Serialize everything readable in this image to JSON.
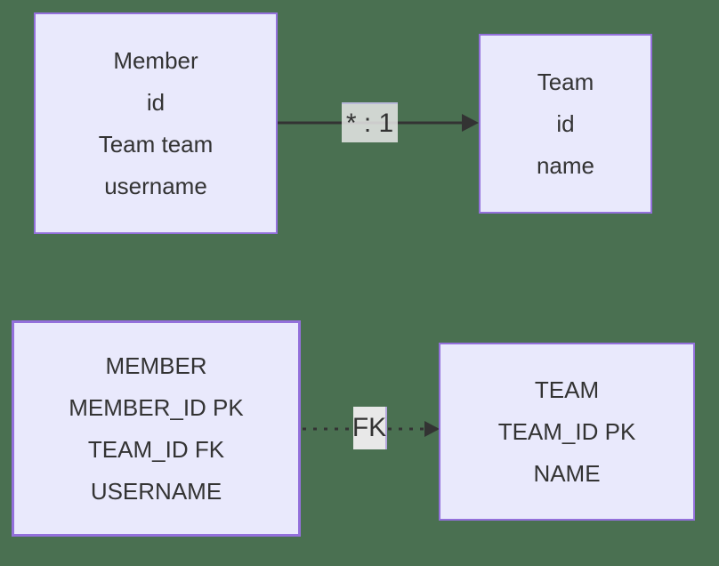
{
  "diagram": {
    "colors": {
      "background": "#4a7051",
      "node_fill": "#e9e9fc",
      "node_border": "#9370db",
      "edge": "#333333",
      "text": "#333333",
      "edge_label_bg": "#e8e8e8"
    },
    "class_diagram": {
      "member": {
        "title": "Member",
        "attributes": [
          "id",
          "Team team",
          "username"
        ]
      },
      "team": {
        "title": "Team",
        "attributes": [
          "id",
          "name"
        ]
      },
      "edge_label": "* : 1",
      "edge_style": "solid-arrow"
    },
    "er_diagram": {
      "member": {
        "title": "MEMBER",
        "attributes": [
          "MEMBER_ID PK",
          "TEAM_ID FK",
          "USERNAME"
        ]
      },
      "team": {
        "title": "TEAM",
        "attributes": [
          "TEAM_ID PK",
          "NAME"
        ]
      },
      "edge_label": "FK",
      "edge_style": "dotted-arrow"
    }
  }
}
